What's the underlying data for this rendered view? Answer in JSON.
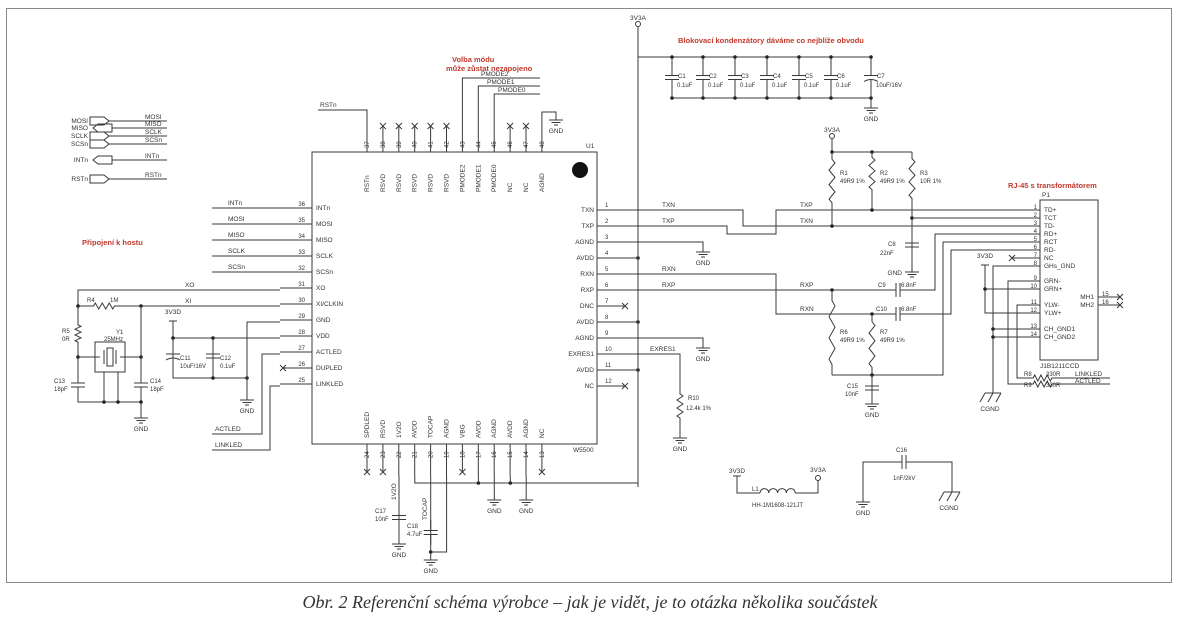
{
  "caption": "Obr. 2  Referenční schéma výrobce – jak je vidět, je to otázka několika součástek",
  "annotations": {
    "host": "Připojení k hostu",
    "mode_line1": "Volba módu",
    "mode_line2": "může zůstat nezapojeno",
    "decoupling": "Blokovací kondenzátory dáváme co nejblíže obvodu",
    "rj45": "RJ-45 s transformátorem"
  },
  "nets": {
    "gnd": "GND",
    "cgnd": "CGND",
    "v3a": "3V3A",
    "v3d": "3V3D",
    "txn": "TXN",
    "txp": "TXP",
    "rxn": "RXN",
    "rxp": "RXP",
    "xo": "XO",
    "xi": "XI",
    "exres1": "EXRES1",
    "actled": "ACTLED",
    "linkled": "LINKLED",
    "rstn": "RSTn",
    "pmode2": "PMODE2",
    "pmode1": "PMODE1",
    "pmode0": "PMODE0",
    "v1v2o": "1V2O",
    "tocap": "TOCAP",
    "intn": "INTn",
    "mosi": "MOSI",
    "miso": "MISO",
    "sclk": "SCLK",
    "scsn": "SCSn"
  },
  "host_ports": [
    {
      "label": "MOSI",
      "net": "MOSI"
    },
    {
      "label": "MISO",
      "net": "MISO"
    },
    {
      "label": "SCLK",
      "net": "SCLK"
    },
    {
      "label": "SCSn",
      "net": "SCSn"
    },
    {
      "label": "INTn",
      "net": "INTn"
    },
    {
      "label": "RSTn",
      "net": "RSTn"
    }
  ],
  "u1": {
    "ref": "U1",
    "part": "W5500",
    "left_pins": [
      {
        "num": "36",
        "name": "INTn",
        "net": "INTn"
      },
      {
        "num": "35",
        "name": "MOSI",
        "net": "MOSI"
      },
      {
        "num": "34",
        "name": "MISO",
        "net": "MISO"
      },
      {
        "num": "33",
        "name": "SCLK",
        "net": "SCLK"
      },
      {
        "num": "32",
        "name": "SCSn",
        "net": "SCSn"
      },
      {
        "num": "31",
        "name": "XO"
      },
      {
        "num": "30",
        "name": "XI/CLKIN"
      },
      {
        "num": "29",
        "name": "GND"
      },
      {
        "num": "28",
        "name": "VDD"
      },
      {
        "num": "27",
        "name": "ACTLED"
      },
      {
        "num": "26",
        "name": "DUPLED"
      },
      {
        "num": "25",
        "name": "LINKLED"
      }
    ],
    "right_pins": [
      {
        "num": "1",
        "name": "TXN"
      },
      {
        "num": "2",
        "name": "TXP"
      },
      {
        "num": "3",
        "name": "AGND"
      },
      {
        "num": "4",
        "name": "AVDD"
      },
      {
        "num": "5",
        "name": "RXN"
      },
      {
        "num": "6",
        "name": "RXP"
      },
      {
        "num": "7",
        "name": "DNC"
      },
      {
        "num": "8",
        "name": "AVDD"
      },
      {
        "num": "9",
        "name": "AGND"
      },
      {
        "num": "10",
        "name": "EXRES1"
      },
      {
        "num": "11",
        "name": "AVDD"
      },
      {
        "num": "12",
        "name": "NC"
      }
    ],
    "top_pins": [
      {
        "num": "37",
        "name": "RSTn"
      },
      {
        "num": "38",
        "name": "RSVD"
      },
      {
        "num": "39",
        "name": "RSVD"
      },
      {
        "num": "40",
        "name": "RSVD"
      },
      {
        "num": "41",
        "name": "RSVD"
      },
      {
        "num": "42",
        "name": "RSVD"
      },
      {
        "num": "43",
        "name": "PMODE2"
      },
      {
        "num": "44",
        "name": "PMODE1"
      },
      {
        "num": "45",
        "name": "PMODE0"
      },
      {
        "num": "46",
        "name": "NC"
      },
      {
        "num": "47",
        "name": "NC"
      },
      {
        "num": "48",
        "name": "AGND"
      }
    ],
    "bottom_pins": [
      {
        "num": "24",
        "name": "SPDLED"
      },
      {
        "num": "23",
        "name": "RSVD"
      },
      {
        "num": "22",
        "name": "1V2O"
      },
      {
        "num": "21",
        "name": "AVDD"
      },
      {
        "num": "20",
        "name": "TOCAP"
      },
      {
        "num": "19",
        "name": "AGND"
      },
      {
        "num": "18",
        "name": "VBG"
      },
      {
        "num": "17",
        "name": "AVDD"
      },
      {
        "num": "16",
        "name": "AGND"
      },
      {
        "num": "15",
        "name": "AVDD"
      },
      {
        "num": "14",
        "name": "AGND"
      },
      {
        "num": "13",
        "name": "NC"
      }
    ]
  },
  "p1": {
    "ref": "P1",
    "part": "J1B1211CCD",
    "left_pins": [
      {
        "num": "1",
        "name": "TD+"
      },
      {
        "num": "2",
        "name": "TCT"
      },
      {
        "num": "3",
        "name": "TD-"
      },
      {
        "num": "4",
        "name": "RD+"
      },
      {
        "num": "5",
        "name": "RCT"
      },
      {
        "num": "6",
        "name": "RD-"
      },
      {
        "num": "7",
        "name": "NC"
      },
      {
        "num": "8",
        "name": "GHs_GND"
      },
      {
        "num": "9",
        "name": "GRN-"
      },
      {
        "num": "10",
        "name": "GRN+"
      },
      {
        "num": "11",
        "name": "YLW-"
      },
      {
        "num": "12",
        "name": "YLW+"
      },
      {
        "num": "13",
        "name": "CH_GND1"
      },
      {
        "num": "14",
        "name": "CH_GND2"
      }
    ],
    "right_pins": [
      {
        "num": "15",
        "name": "MH1"
      },
      {
        "num": "16",
        "name": "MH2"
      }
    ]
  },
  "parts": {
    "c1": {
      "ref": "C1",
      "value": "0.1uF"
    },
    "c2": {
      "ref": "C2",
      "value": "0.1uF"
    },
    "c3": {
      "ref": "C3",
      "value": "0.1uF"
    },
    "c4": {
      "ref": "C4",
      "value": "0.1uF"
    },
    "c5": {
      "ref": "C5",
      "value": "0.1uF"
    },
    "c6": {
      "ref": "C6",
      "value": "0.1uF"
    },
    "c7": {
      "ref": "C7",
      "value": "10uF/16V"
    },
    "r1": {
      "ref": "R1",
      "value": "49R9 1%"
    },
    "r2": {
      "ref": "R2",
      "value": "49R9 1%"
    },
    "r3": {
      "ref": "R3",
      "value": "10R 1%"
    },
    "c8": {
      "ref": "C8",
      "value": "22nF"
    },
    "c9": {
      "ref": "C9",
      "value": "6.8nF"
    },
    "c10": {
      "ref": "C10",
      "value": "6.8nF"
    },
    "r6": {
      "ref": "R6",
      "value": "49R9 1%"
    },
    "r7": {
      "ref": "R7",
      "value": "49R9 1%"
    },
    "c15": {
      "ref": "C15",
      "value": "10nF"
    },
    "r10": {
      "ref": "R10",
      "value": "12.4k 1%"
    },
    "r4": {
      "ref": "R4",
      "value": "1M"
    },
    "r5": {
      "ref": "R5",
      "value": "0R"
    },
    "y1": {
      "ref": "Y1",
      "value": "25MHz"
    },
    "c13": {
      "ref": "C13",
      "value": "18pF"
    },
    "c14": {
      "ref": "C14",
      "value": "18pF"
    },
    "c11": {
      "ref": "C11",
      "value": "10uF/16V"
    },
    "c12": {
      "ref": "C12",
      "value": "0.1uF"
    },
    "c17": {
      "ref": "C17",
      "value": "10nF"
    },
    "c18": {
      "ref": "C18",
      "value": "4.7uF"
    },
    "l1": {
      "ref": "L1",
      "value": "HH-1M1608-121JT"
    },
    "c16": {
      "ref": "C16",
      "value": "1nF/2kV"
    },
    "r8": {
      "ref": "R8",
      "value": "330R"
    },
    "r9": {
      "ref": "R9",
      "value": "330R"
    }
  },
  "colors": {
    "annotation": "#c0392b",
    "wire": "#3a3a3a"
  }
}
